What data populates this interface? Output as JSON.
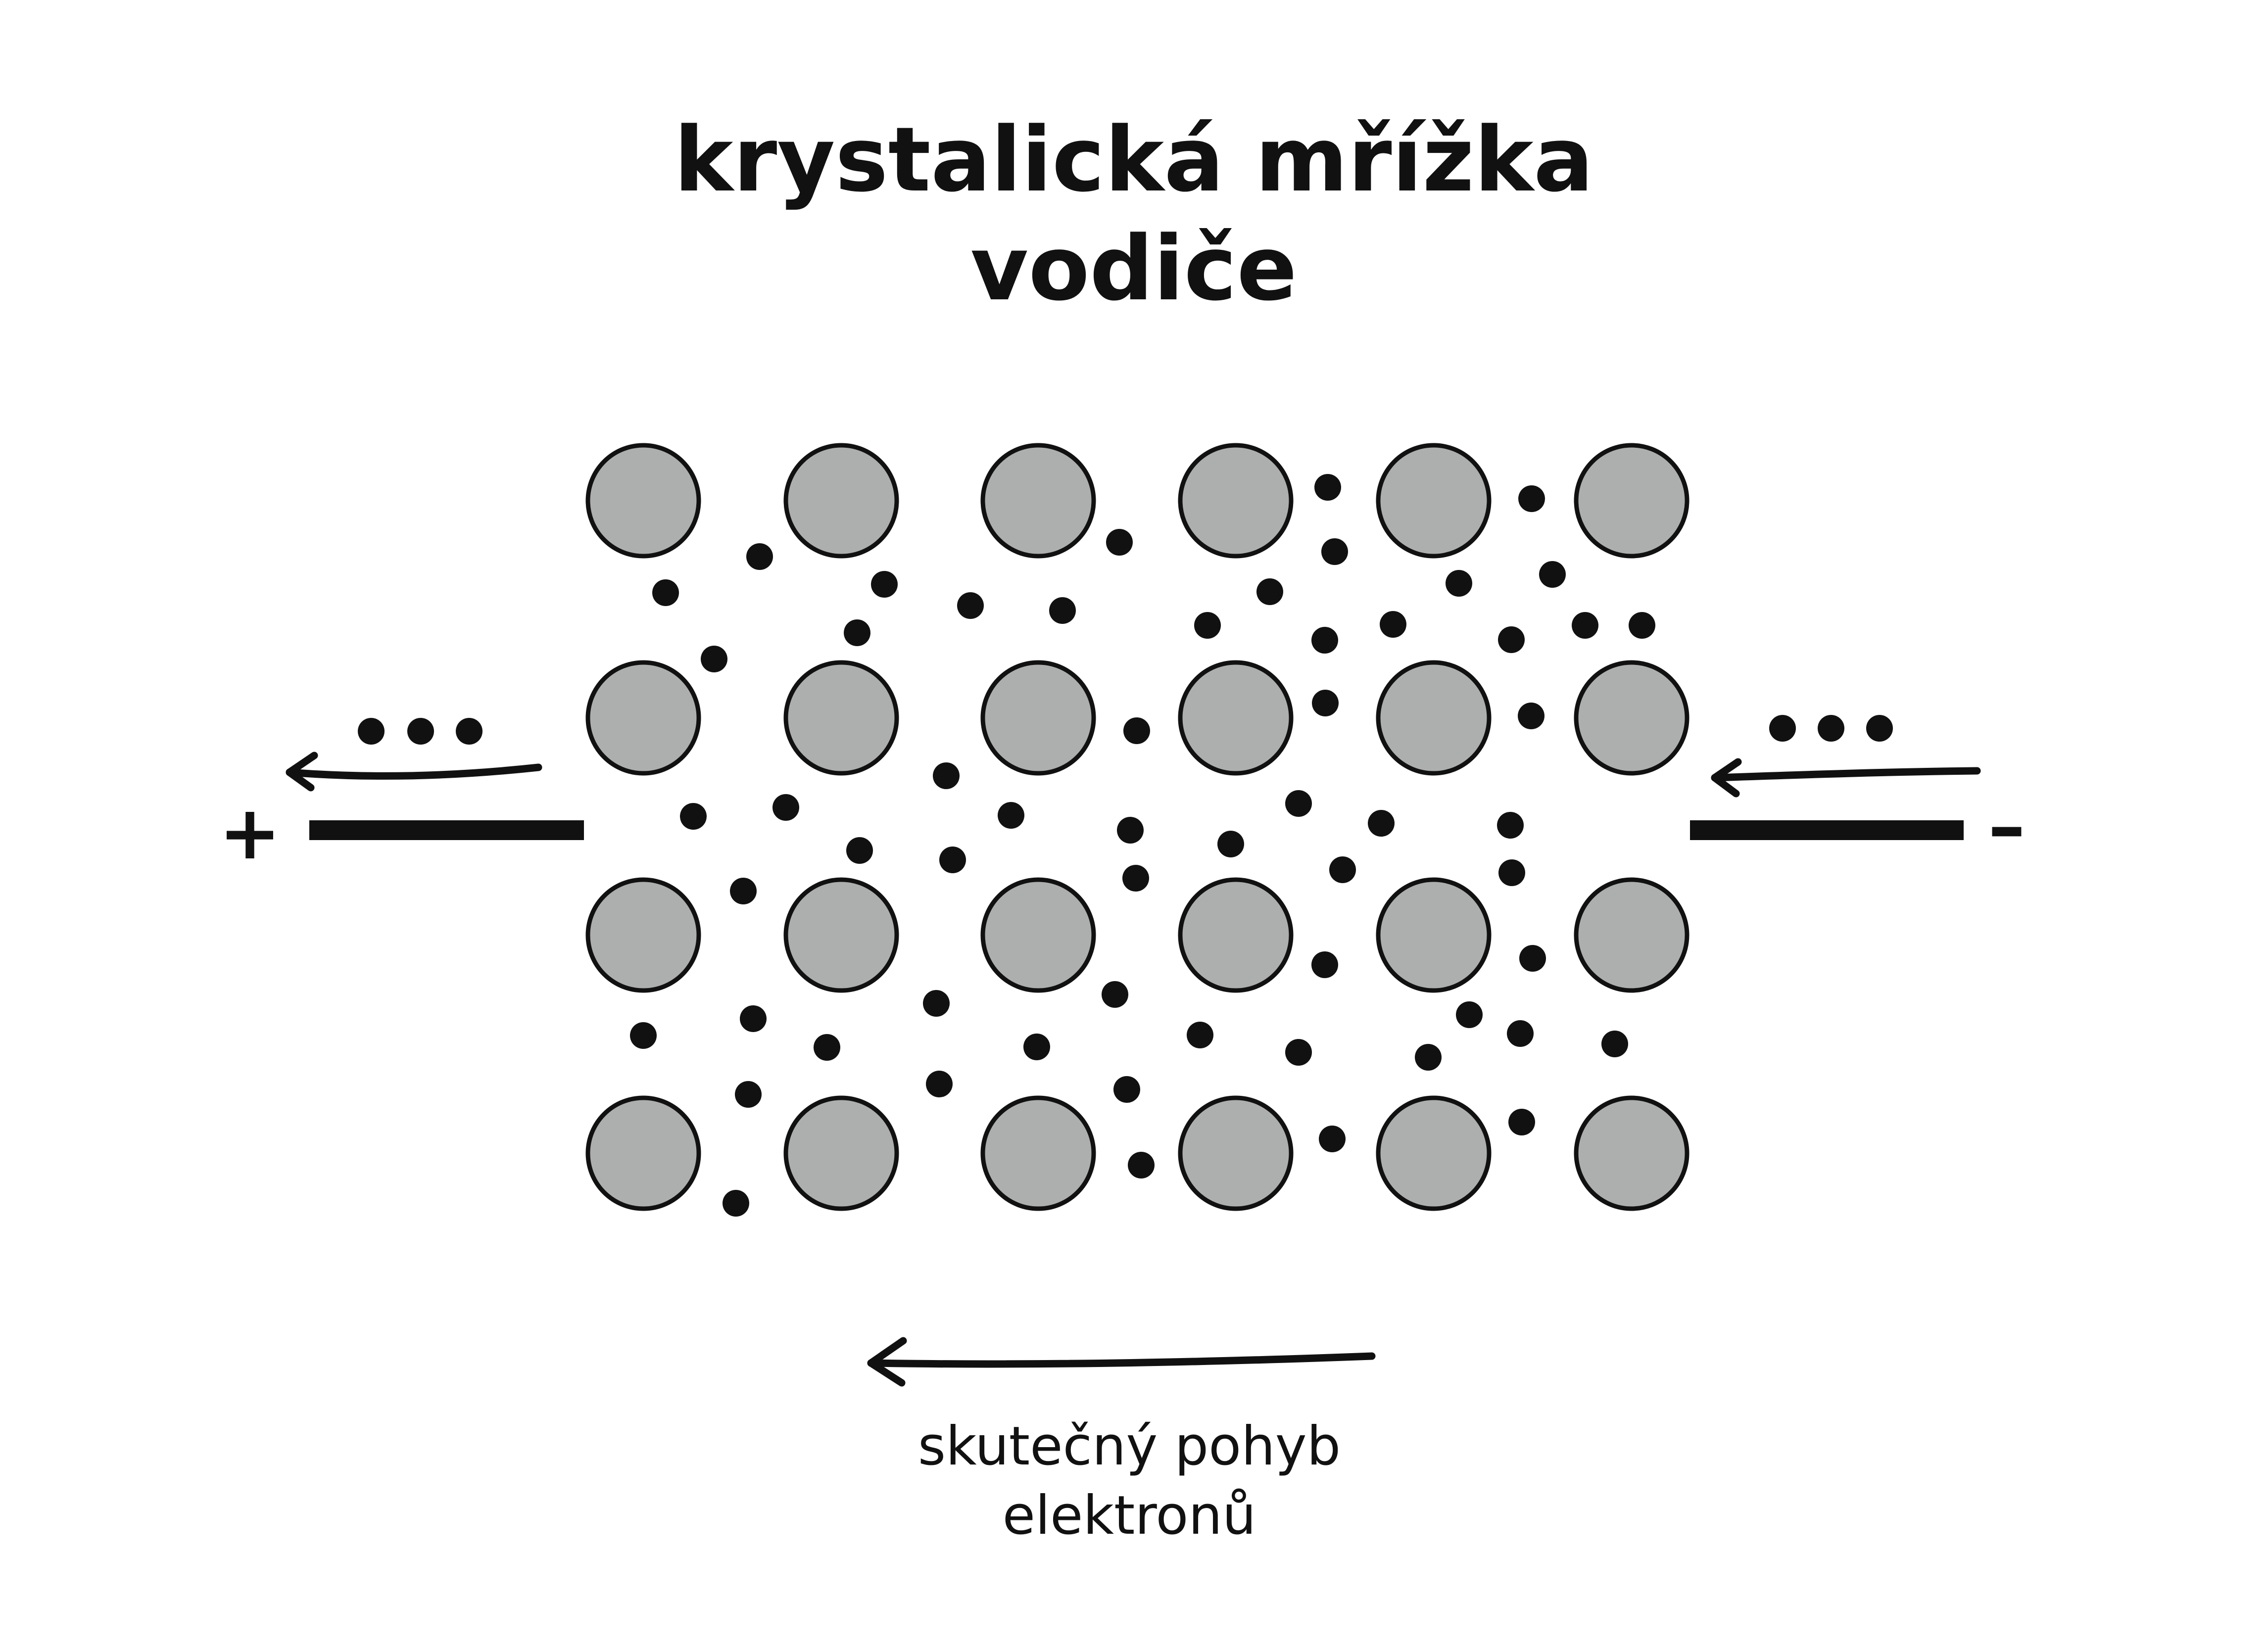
{
  "title": {
    "line1": "krystalická mřížka",
    "line2": "vodiče"
  },
  "terminals": {
    "positive": "+",
    "negative": "–"
  },
  "caption": {
    "line1": "skutečný pohyb",
    "line2": "elektronů"
  },
  "colors": {
    "ion_fill": "#adaeae",
    "stroke": "#111111",
    "background": "#ffffff"
  }
}
